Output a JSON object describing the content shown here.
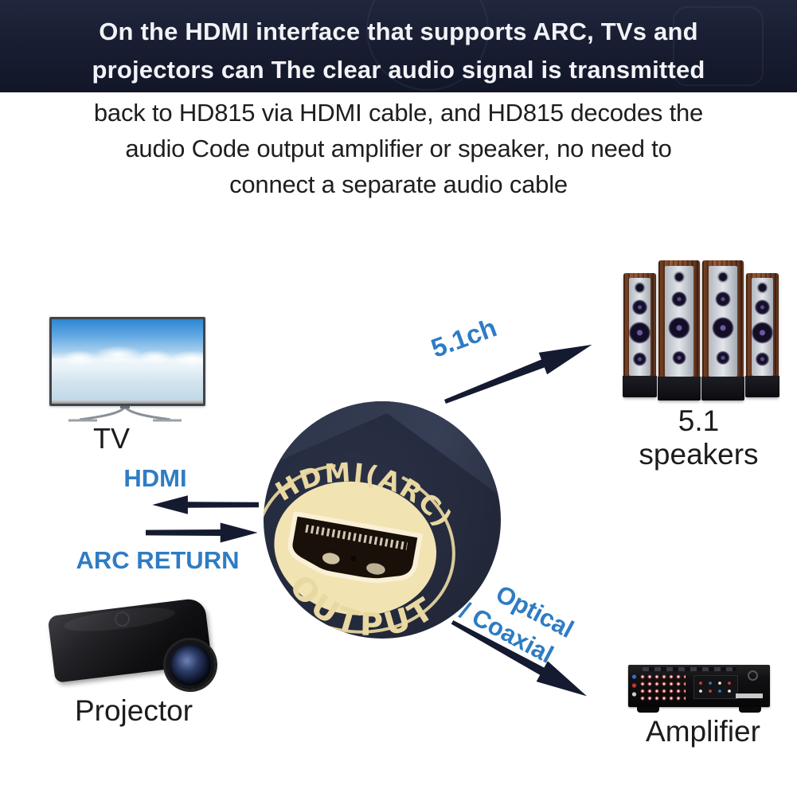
{
  "header": {
    "dark_lines": [
      "On the HDMI interface that supports ARC, TVs and",
      "projectors can The clear audio signal is transmitted"
    ],
    "light_lines": [
      "back to HD815 via HDMI cable, and HD815 decodes the",
      "audio Code output amplifier or speaker, no need to",
      "connect a separate audio cable"
    ]
  },
  "diagram": {
    "tv": {
      "label": "TV"
    },
    "hdmi_connection": {
      "to_tv_label": "HDMI",
      "from_tv_label": "ARC RETURN"
    },
    "projector": {
      "label": "Projector"
    },
    "port": {
      "arc_top_text": "HDMI(ARC)",
      "arc_bottom_text": "OUTPUT"
    },
    "speakers": {
      "channel_label": "5.1ch",
      "label": "5.1 speakers"
    },
    "amplifier": {
      "connection_lines": [
        "Optical",
        "/ Coaxial"
      ],
      "label": "Amplifier"
    }
  },
  "icons": {
    "arrow_left": "arrow-left-icon",
    "arrow_right": "arrow-right-icon",
    "arrow_up_right": "arrow-up-right-icon",
    "arrow_down_right": "arrow-down-right-icon"
  },
  "colors": {
    "header_bg": "#1a2034",
    "accent_blue": "#2e7cc4",
    "arrow_navy": "#141a30",
    "device_circle": "#252b3d",
    "port_cream": "#f2e3b3",
    "cream_text": "#e9d8a2"
  }
}
